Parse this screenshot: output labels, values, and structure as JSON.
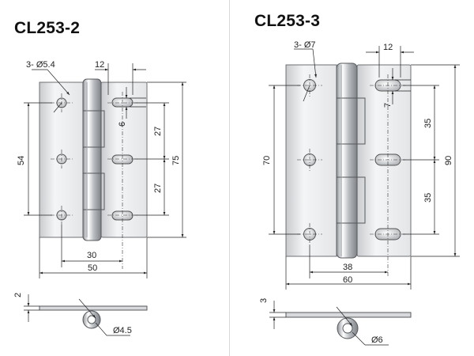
{
  "panels": [
    {
      "title": "CL253-2",
      "dims": {
        "holes": "3- Ø5.4",
        "slot_offset": "12",
        "slot_height": "6",
        "pitch_upper": "27",
        "pitch_lower": "27",
        "overall_height": "75",
        "hole_span": "54",
        "slot_span": "30",
        "overall_width": "50",
        "thickness": "2",
        "pin_dia": "Ø4.5"
      }
    },
    {
      "title": "CL253-3",
      "dims": {
        "holes": "3- Ø7",
        "slot_offset": "12",
        "slot_height": "7",
        "pitch_upper": "35",
        "pitch_lower": "35",
        "overall_height": "90",
        "hole_span": "70",
        "slot_span": "38",
        "overall_width": "60",
        "thickness": "3",
        "pin_dia": "Ø6"
      }
    }
  ]
}
